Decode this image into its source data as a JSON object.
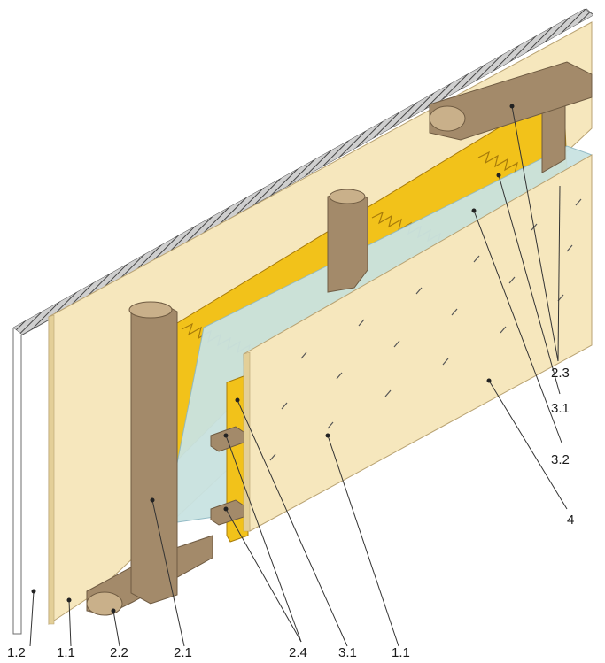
{
  "diagram": {
    "labels": {
      "l_1_2": "1.2",
      "l_1_1_left": "1.1",
      "l_2_2": "2.2",
      "l_2_1": "2.1",
      "l_2_4": "2.4",
      "l_3_1_bottom": "3.1",
      "l_1_1_right": "1.1",
      "l_2_3": "2.3",
      "l_3_1_right": "3.1",
      "l_3_2": "3.2",
      "l_4": "4"
    },
    "colors": {
      "board": "#f6e7bd",
      "board_edge": "#d8c38e",
      "timber": "#a38a6a",
      "timber_dark": "#7f6a4f",
      "insulation": "#f2c21a",
      "insulation_line": "#a77b0a",
      "membrane": "#c9e3e2",
      "membrane_edge": "#8fb8c4",
      "gypsum": "#ffffff",
      "texture": "#555555"
    }
  }
}
